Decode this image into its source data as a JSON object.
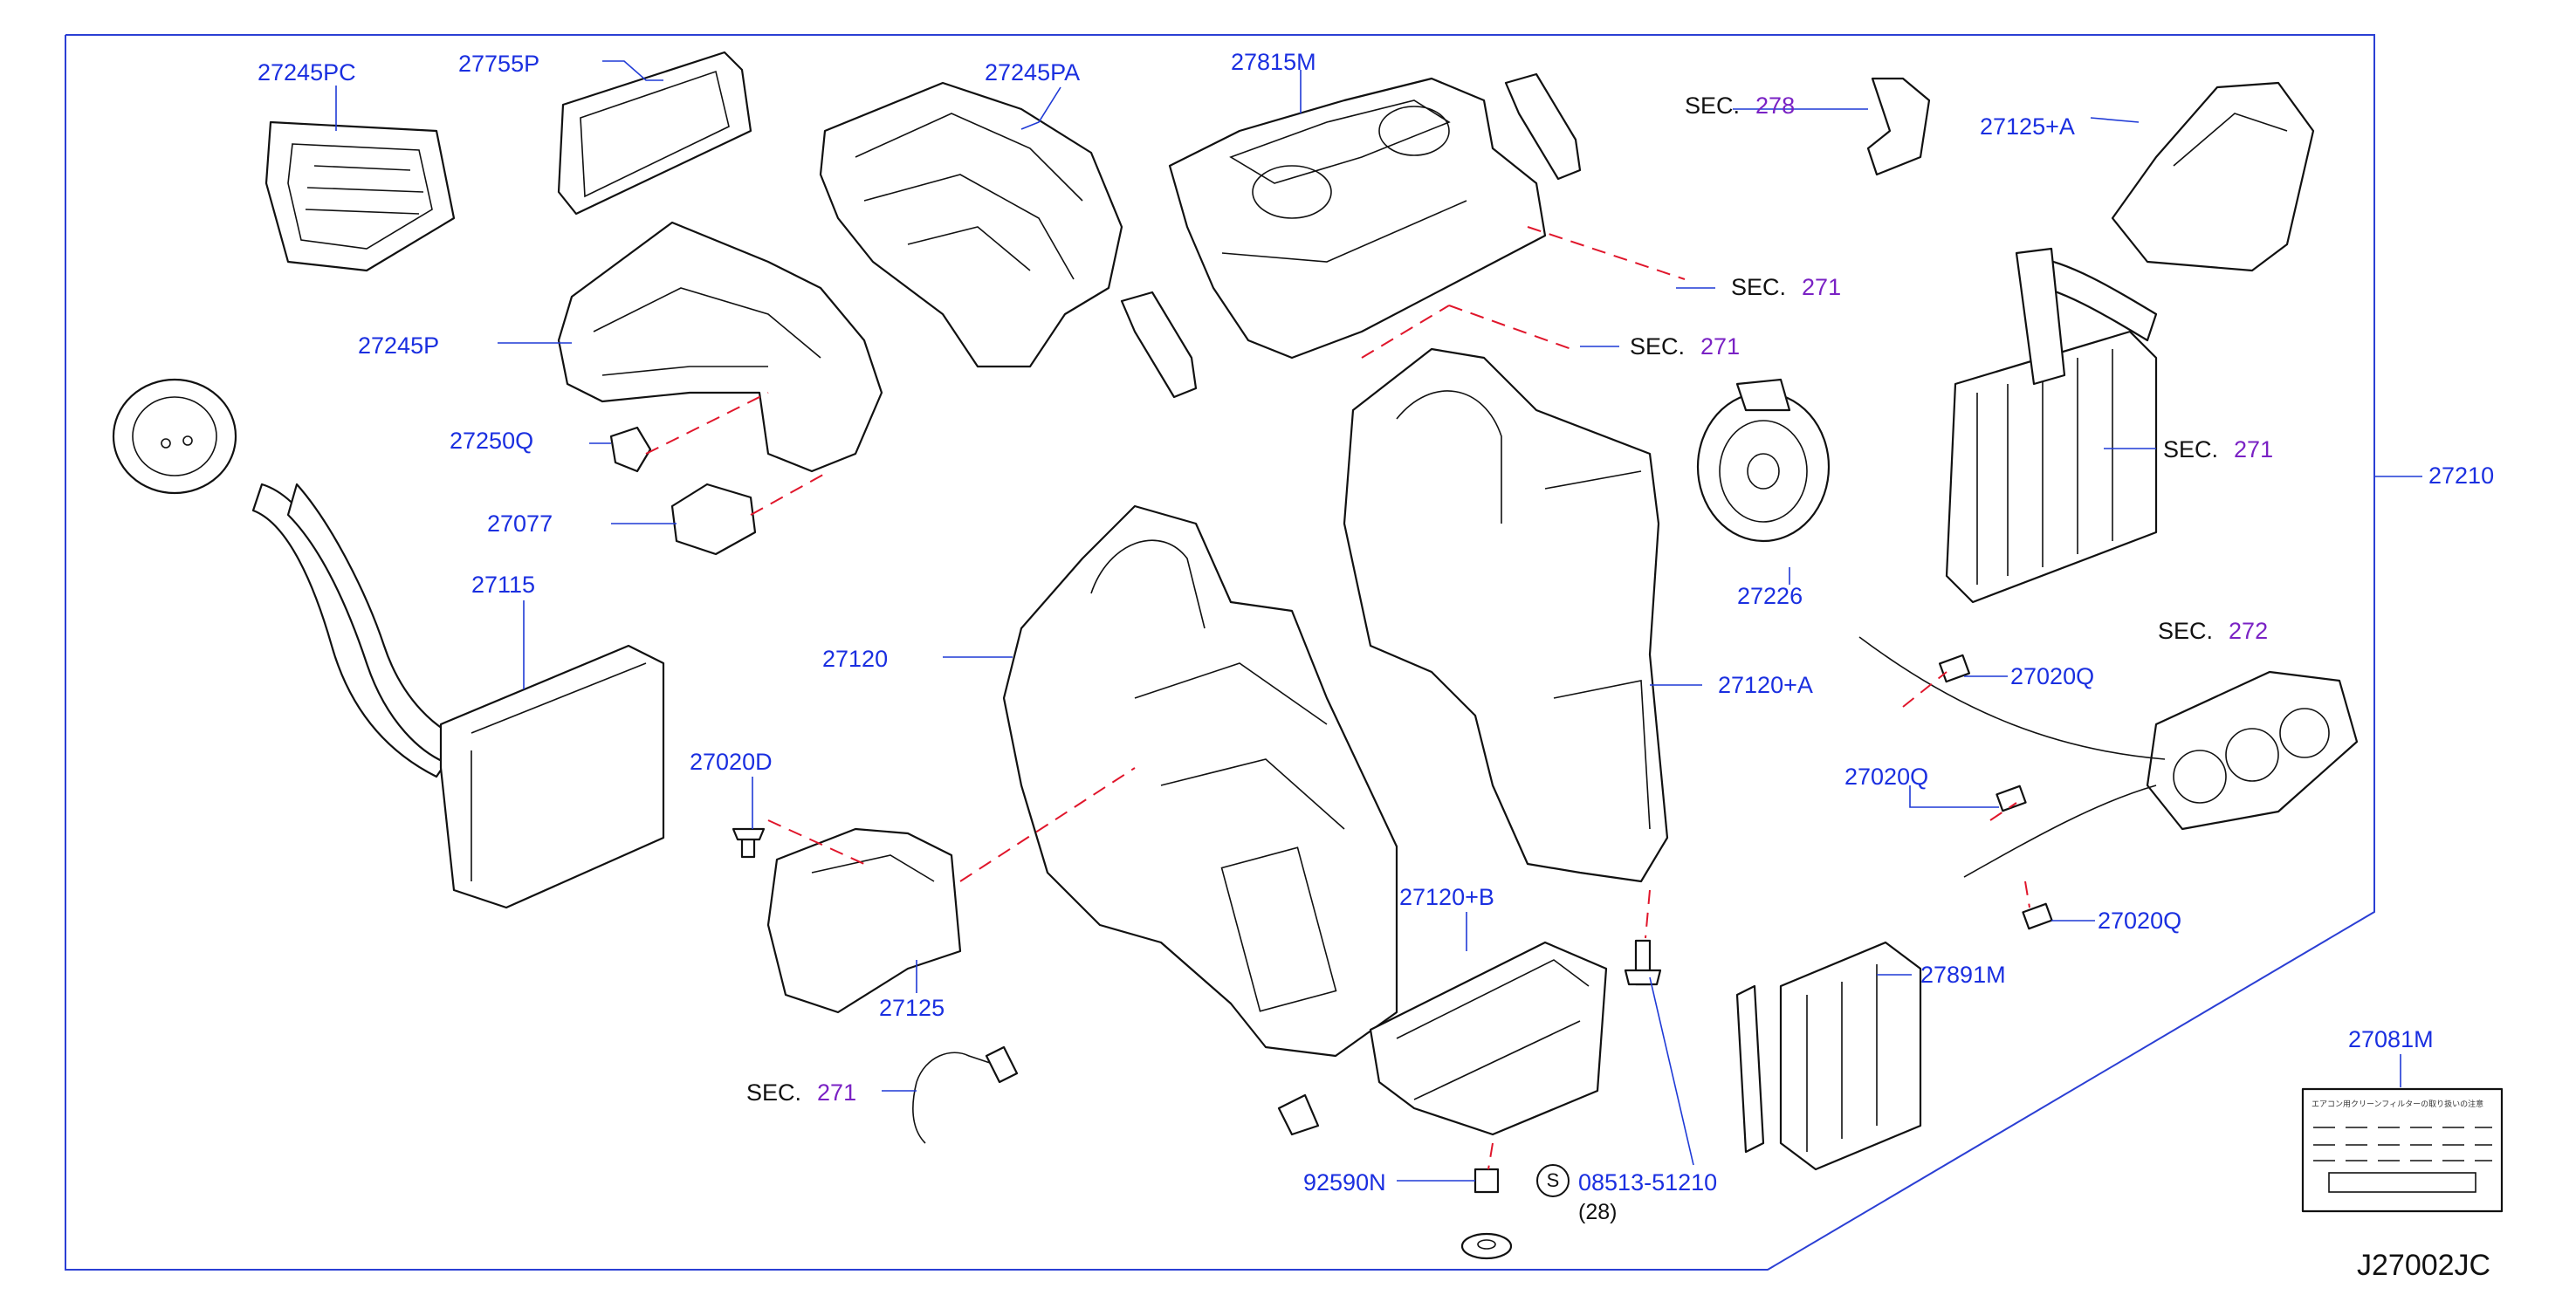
{
  "diagram_id": "J27002JC",
  "frame_label": "27210",
  "parts": [
    {
      "id": "p-27245PC",
      "label": "27245PC"
    },
    {
      "id": "p-27755P",
      "label": "27755P"
    },
    {
      "id": "p-27245PA",
      "label": "27245PA"
    },
    {
      "id": "p-27815M",
      "label": "27815M"
    },
    {
      "id": "p-27125A",
      "label": "27125+A"
    },
    {
      "id": "p-27245P",
      "label": "27245P"
    },
    {
      "id": "p-27250Q",
      "label": "27250Q"
    },
    {
      "id": "p-27077",
      "label": "27077"
    },
    {
      "id": "p-27115",
      "label": "27115"
    },
    {
      "id": "p-27120",
      "label": "27120"
    },
    {
      "id": "p-27226",
      "label": "27226"
    },
    {
      "id": "p-27120A",
      "label": "27120+A"
    },
    {
      "id": "p-27020Q-1",
      "label": "27020Q"
    },
    {
      "id": "p-27020Q-2",
      "label": "27020Q"
    },
    {
      "id": "p-27020Q-3",
      "label": "27020Q"
    },
    {
      "id": "p-27020D",
      "label": "27020D"
    },
    {
      "id": "p-27125",
      "label": "27125"
    },
    {
      "id": "p-27120B",
      "label": "27120+B"
    },
    {
      "id": "p-27891M",
      "label": "27891M"
    },
    {
      "id": "p-27081M",
      "label": "27081M"
    },
    {
      "id": "p-92590N",
      "label": "92590N"
    },
    {
      "id": "p-08513",
      "label": "08513-51210"
    }
  ],
  "qty_08513": "(28)",
  "s_mark": "S",
  "sections": [
    {
      "id": "sec-278",
      "key": "SEC.",
      "num": "278"
    },
    {
      "id": "sec-271-a",
      "key": "SEC.",
      "num": "271"
    },
    {
      "id": "sec-271-b",
      "key": "SEC.",
      "num": "271"
    },
    {
      "id": "sec-271-c",
      "key": "SEC.",
      "num": "271"
    },
    {
      "id": "sec-272",
      "key": "SEC.",
      "num": "272"
    },
    {
      "id": "sec-271-d",
      "key": "SEC.",
      "num": "271"
    }
  ],
  "sticker_text": "エアコン用クリーンフィルターの取り扱いの注意",
  "colors": {
    "part_label": "#1a2fe0",
    "section_number": "#7a22c4",
    "hidden_line": "#e0162b",
    "frame": "#2b3fd4"
  }
}
